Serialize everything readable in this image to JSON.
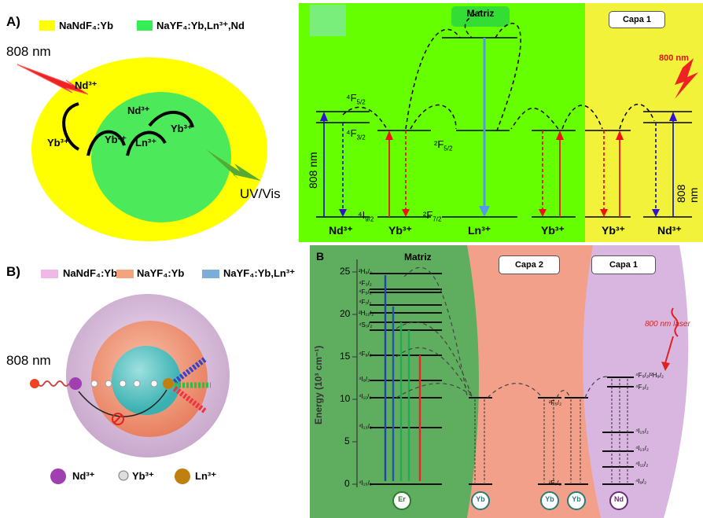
{
  "panel_a": {
    "letter": "A)",
    "legend": [
      {
        "label": "NaNdF₄:Yb",
        "color": "#ffff00"
      },
      {
        "label": "NaYF₄:Yb,Ln³⁺,Nd",
        "color": "#33ee55"
      }
    ],
    "excitation": "808 nm",
    "emission": "UV/Vis",
    "ions": {
      "nd": "Nd³⁺",
      "yb1": "Yb³⁺",
      "yb2": "Yb³⁺",
      "nd2": "Nd³⁺",
      "ln": "Ln³⁺",
      "yb3": "Yb³⁺"
    },
    "colors": {
      "shell": "#ffff00",
      "core": "#4cea5a"
    }
  },
  "panel_a_diagram": {
    "matrix_label": "Matriz",
    "capa1_label": "Capa 1",
    "laser_label": "800 nm",
    "left_808": "808 nm",
    "right_808": "808 nm",
    "terms": {
      "f52": "⁴F",
      "f52_sub": "5/2",
      "f32": "⁴F",
      "f32_sub": "3/2",
      "i92": "⁴I",
      "i92_sub": "9/2",
      "yb_f52": "²F",
      "yb_f52_sub": "5/2",
      "yb_f72": "²F",
      "yb_f72_sub": "7/2"
    },
    "ion_labels": [
      "Nd³⁺",
      "Yb³⁺",
      "Ln³⁺",
      "Yb³⁺",
      "Yb³⁺",
      "Nd³⁺"
    ],
    "colors": {
      "green": "#66ff00",
      "yellow": "#f2f23a"
    }
  },
  "panel_b": {
    "letter": "B)",
    "legend": [
      {
        "label": "NaNdF₄:Yb",
        "color": "#f0b8e8"
      },
      {
        "label": "NaYF₄:Yb",
        "color": "#f4a47c"
      },
      {
        "label": "NaYF₄:Yb,Ln³⁺",
        "color": "#7aaed8"
      }
    ],
    "excitation": "808 nm",
    "bottom_legend": [
      {
        "label": "Nd³⁺",
        "color": "#a040b0"
      },
      {
        "label": "Yb³⁺",
        "color": "#dddddd"
      },
      {
        "label": "Ln³⁺",
        "color": "#c08010"
      }
    ]
  },
  "panel_b_diagram": {
    "letter": "B",
    "matrix_label": "Matriz",
    "capa2_label": "Capa 2",
    "capa1_label": "Capa 1",
    "laser_label": "800 nm laser",
    "ylabel": "Energy (10³ cm⁻¹)",
    "yticks": [
      "0",
      "5",
      "10",
      "15",
      "20",
      "25"
    ],
    "er_levels": [
      "²H₉/₂",
      "⁴F₃/₂",
      "⁴F₅/₂",
      "⁴F₇/₂",
      "²H₁₁/₂",
      "⁴S₃/₂",
      "⁴F₉/₂",
      "⁴I₉/₂",
      "⁴I₁₁/₂",
      "⁴I₁₃/₂",
      "⁴I₁₅/₂"
    ],
    "yb_levels": [
      "²F₅/₂",
      "²F₇/₂"
    ],
    "nd_levels": [
      "⁴F₅/₂/²H₉/₂",
      "⁴F₃/₂",
      "⁴I₁₅/₂",
      "⁴I₁₃/₂",
      "⁴I₁₁/₂",
      "⁴I₉/₂"
    ],
    "ion_badges": [
      "Er",
      "Yb",
      "Yb",
      "Yb",
      "Nd"
    ],
    "colors": {
      "matrix": "#5fae5f",
      "capa2": "#f3a08a",
      "capa1": "#d8b6e0"
    }
  }
}
